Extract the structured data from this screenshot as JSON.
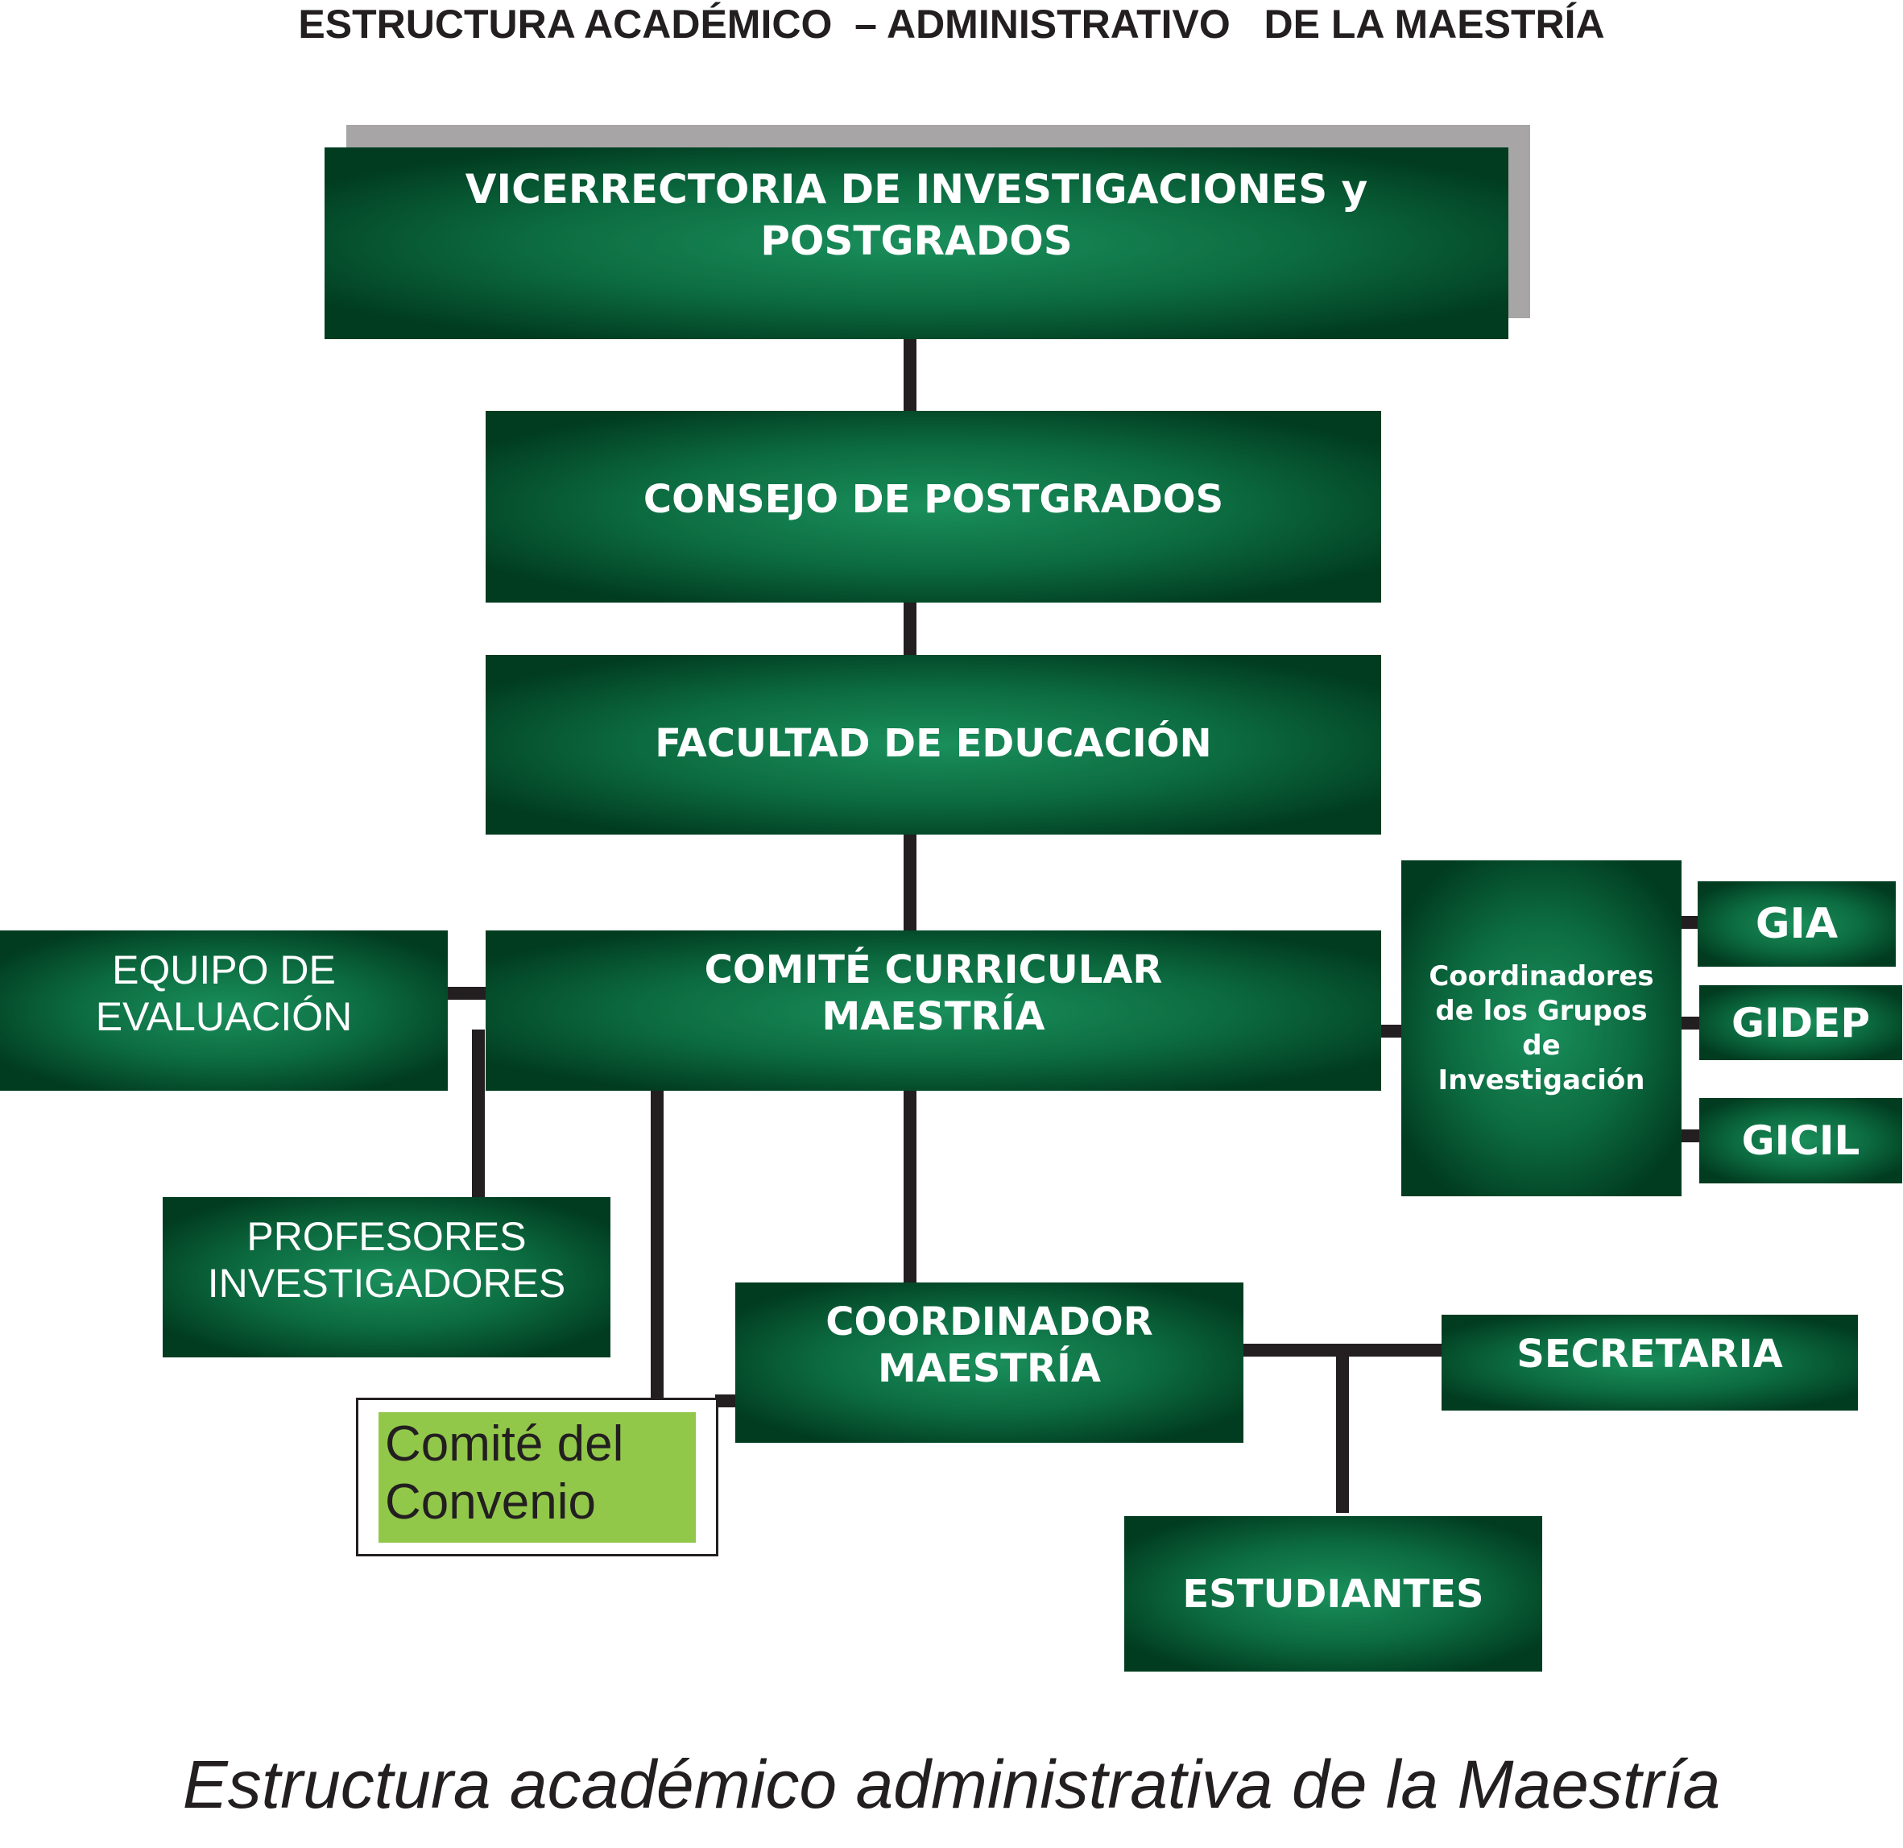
{
  "header": {
    "title": "ESTRUCTURA ACADÉMICO  – ADMINISTRATIVO   DE LA MAESTRÍA"
  },
  "nodes": {
    "vicerrectoria": "VICERRECTORIA DE INVESTIGACIONES y\nPOSTGRADOS",
    "consejo": "CONSEJO DE POSTGRADOS",
    "facultad": "FACULTAD DE EDUCACIÓN",
    "comite_curricular": "COMITÉ CURRICULAR\nMAESTRÍA",
    "equipo_evaluacion": "EQUIPO DE\nEVALUACIÓN",
    "profesores": "PROFESORES\nINVESTIGADORES",
    "coordinadores_grupos": "Coordinadores\nde los Grupos\nde\nInvestigación",
    "gia": "GIA",
    "gidep": "GIDEP",
    "gicil": "GICIL",
    "coordinador": "COORDINADOR\nMAESTRÍA",
    "secretaria": "SECRETARIA",
    "estudiantes": "ESTUDIANTES",
    "comite_convenio": "Comité del\nConvenio"
  },
  "caption": "Estructura académico administrativa de la Maestría",
  "colors": {
    "box_dark": "#013c20",
    "box_light": "#1a8f5c",
    "connector": "#231f20",
    "shadow": "#a7a5a6",
    "convenio_fill": "#92c84a"
  }
}
